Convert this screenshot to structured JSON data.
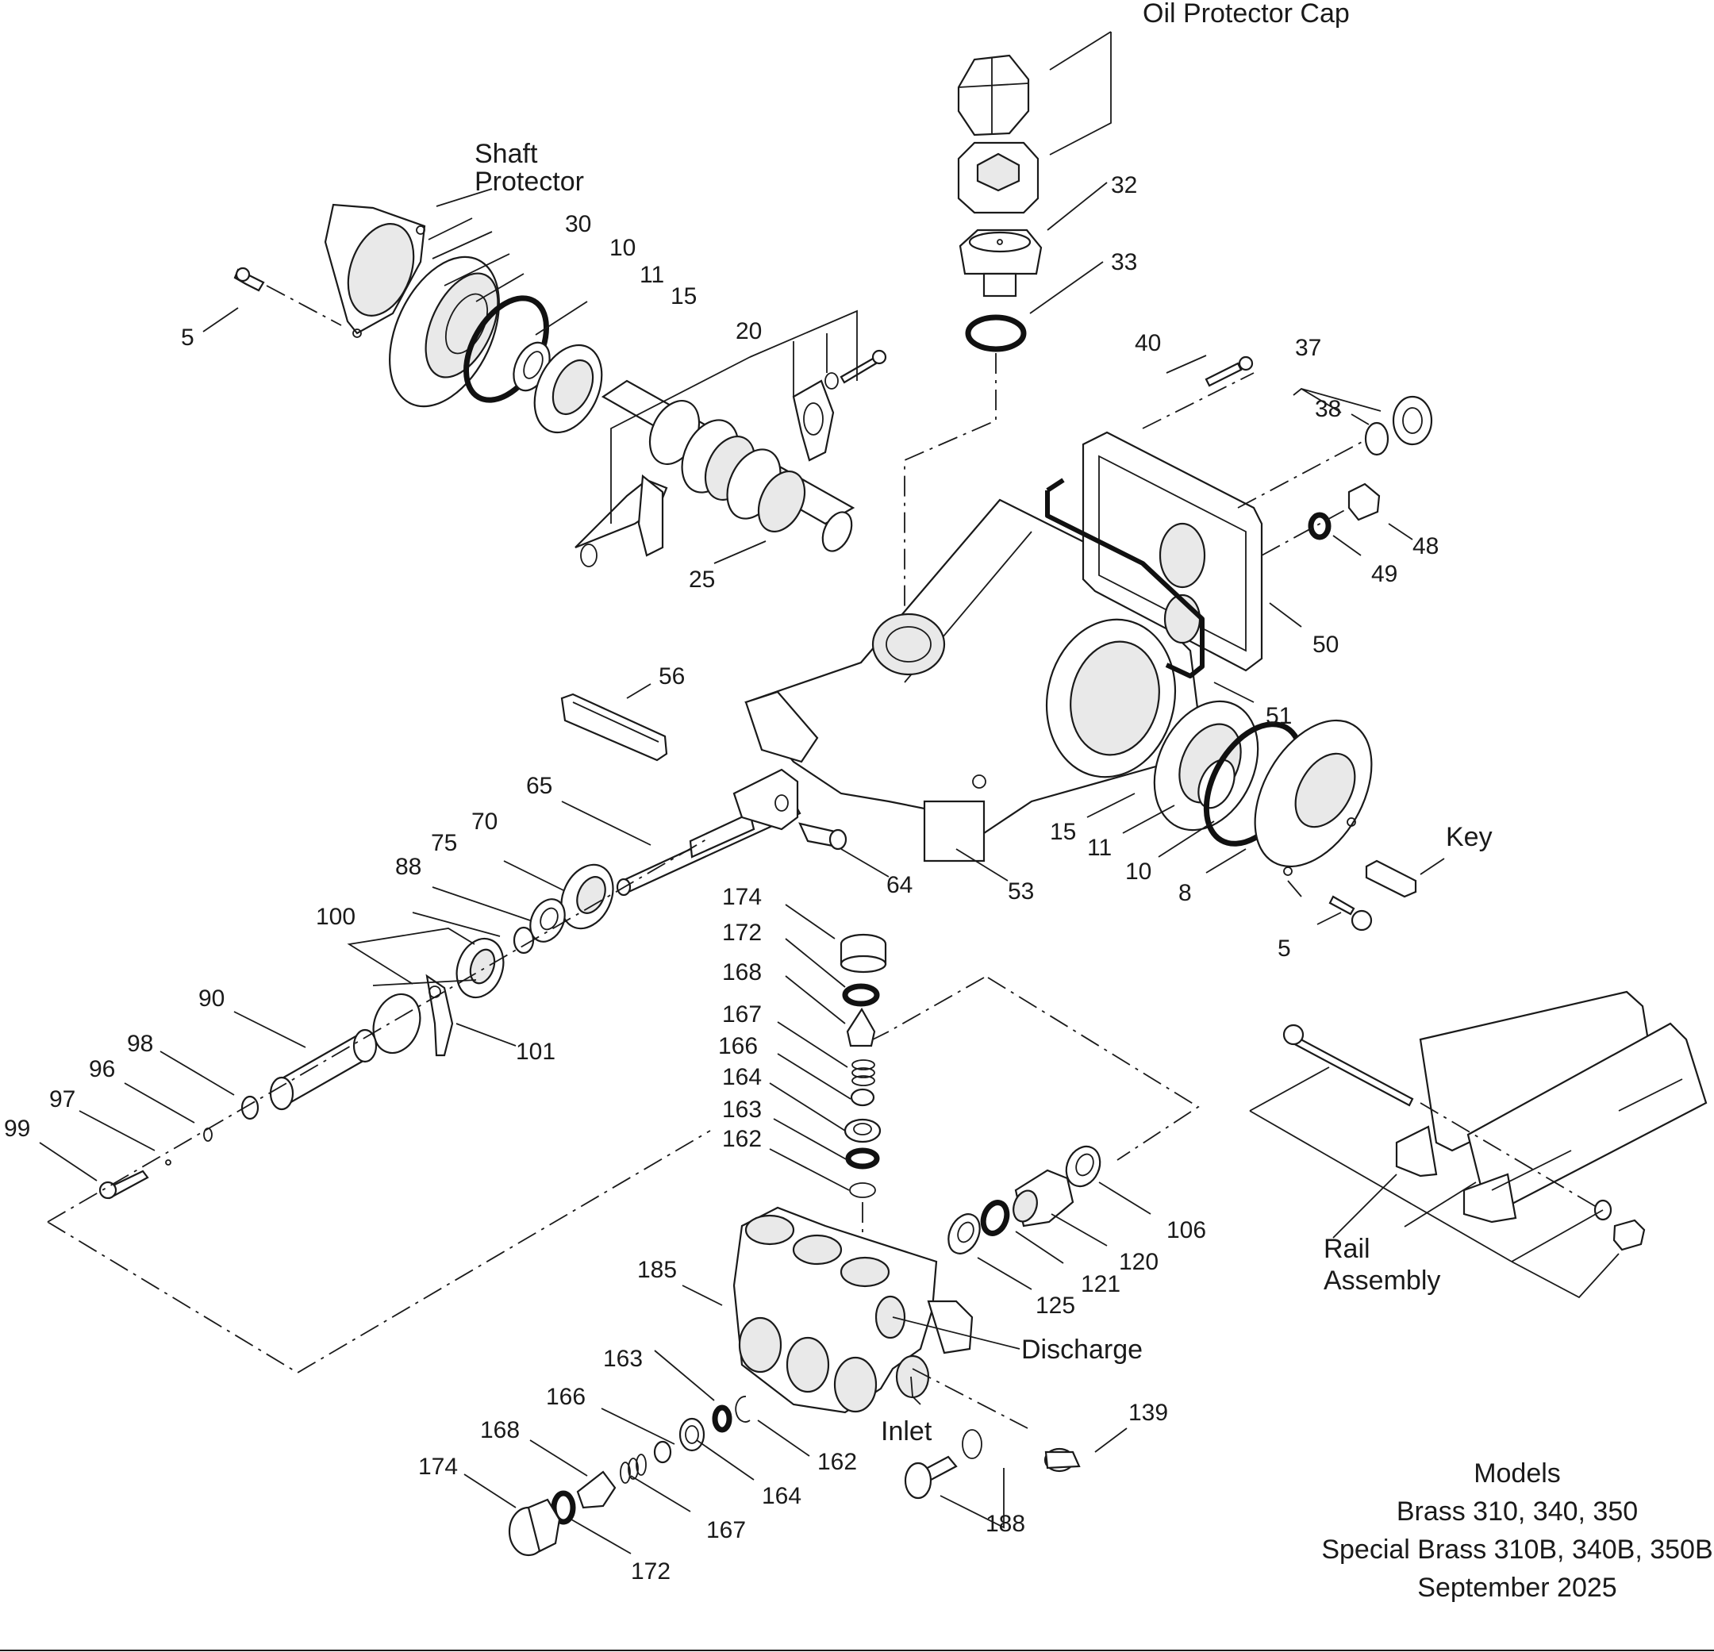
{
  "callouts": {
    "oil_protector_cap": "Oil Protector Cap",
    "shaft_protector_line1": "Shaft",
    "shaft_protector_line2": "Protector",
    "key": "Key",
    "rail_assembly_line1": "Rail",
    "rail_assembly_line2": "Assembly",
    "discharge": "Discharge",
    "inlet": "Inlet"
  },
  "part_numbers": {
    "p5_top": "5",
    "p30": "30",
    "p10_top": "10",
    "p11_top": "11",
    "p15_top": "15",
    "p20": "20",
    "p25": "25",
    "p32": "32",
    "p33": "33",
    "p40": "40",
    "p37": "37",
    "p38": "38",
    "p48": "48",
    "p49": "49",
    "p50": "50",
    "p51": "51",
    "p56": "56",
    "p65": "65",
    "p70": "70",
    "p75": "75",
    "p88": "88",
    "p100": "100",
    "p64": "64",
    "p53": "53",
    "p15_bot": "15",
    "p11_bot": "11",
    "p10_bot": "10",
    "p8": "8",
    "p5_bot": "5",
    "p90": "90",
    "p101": "101",
    "p98": "98",
    "p96": "96",
    "p97": "97",
    "p99": "99",
    "p174_top": "174",
    "p172_top": "172",
    "p168_top": "168",
    "p167_top": "167",
    "p166_top": "166",
    "p164_top": "164",
    "p163_top": "163",
    "p162_top": "162",
    "p185": "185",
    "p106": "106",
    "p120": "120",
    "p121": "121",
    "p125": "125",
    "p163_bot": "163",
    "p166_bot": "166",
    "p162_bot": "162",
    "p168_bot": "168",
    "p164_bot": "164",
    "p174_bot": "174",
    "p167_bot": "167",
    "p172_bot": "172",
    "p139": "139",
    "p188": "188"
  },
  "models": {
    "title": "Models",
    "line1": "Brass 310, 340, 350",
    "line2": "Special Brass 310B, 340B, 350B",
    "date": "September 2025"
  }
}
